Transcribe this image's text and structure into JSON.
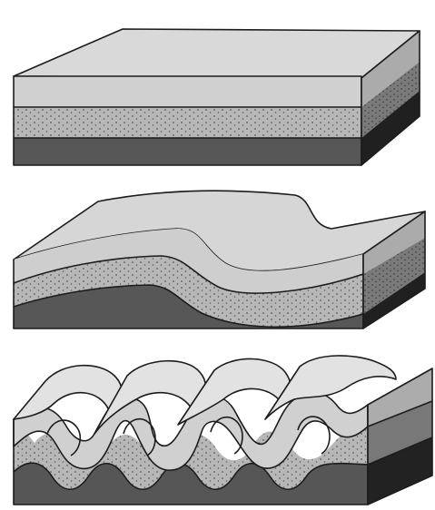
{
  "figure": {
    "panels": [
      {
        "id": "flat-strata"
      },
      {
        "id": "monocline-fold"
      },
      {
        "id": "repeated-folds"
      }
    ]
  },
  "colors": {
    "top_surface": "#d8d8d8",
    "top_surface_light": "#e4e4e4",
    "light_layer": "#cfcfcf",
    "stippled_layer": "#b7b7b7",
    "stipple_dot": "#5a5a5a",
    "dark_layer": "#565656",
    "side_light": "#aaaaaa",
    "side_mid": "#777777",
    "side_dark": "#222222",
    "outline": "#1c1c1c",
    "background": "#ffffff"
  }
}
